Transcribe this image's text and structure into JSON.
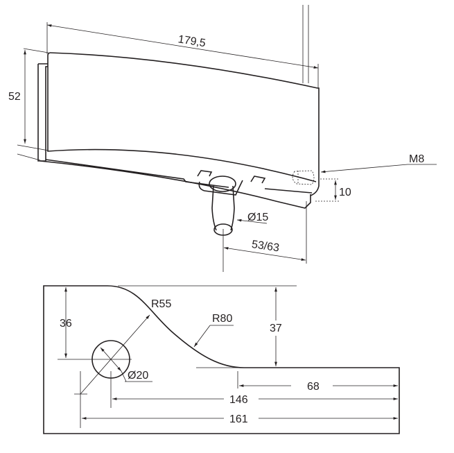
{
  "top_view": {
    "length_label": "179,5",
    "height_label": "52",
    "thread_label": "M8",
    "thread_offset_label": "10",
    "pivot_diameter_label": "Ø15",
    "pivot_offset_label": "53/63"
  },
  "bottom_view": {
    "left_height_label": "36",
    "right_height_label": "37",
    "radius_small_label": "R55",
    "radius_large_label": "R80",
    "hole_diameter_label": "Ø20",
    "dim_68_label": "68",
    "dim_146_label": "146",
    "dim_161_label": "161"
  },
  "colors": {
    "line": "#231f20",
    "background": "#ffffff"
  }
}
